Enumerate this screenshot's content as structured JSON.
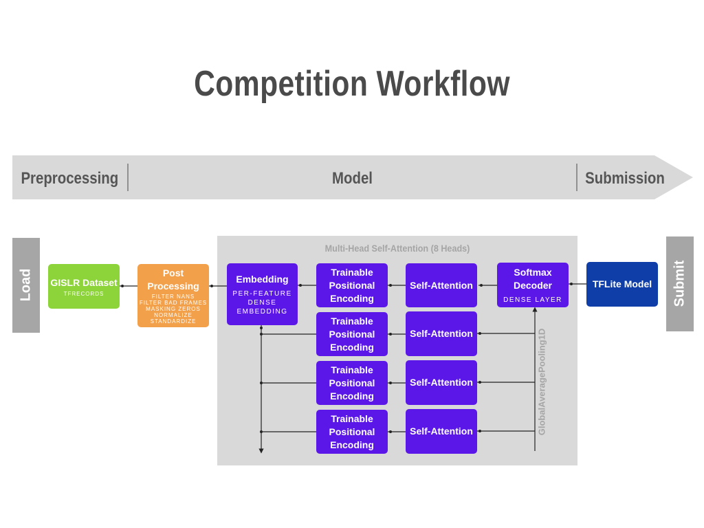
{
  "title": "Competition Workflow",
  "stages": {
    "preprocessing": "Preprocessing",
    "model": "Model",
    "submission": "Submission"
  },
  "side_labels": {
    "load": "Load",
    "submit": "Submit"
  },
  "model_area_label": "Multi-Head Self-Attention (8 Heads)",
  "pooling_label": "GlobalAveragePooling1D",
  "nodes": {
    "dataset": {
      "title": "GISLR Dataset",
      "sub": "TFRECORDS"
    },
    "post_processing": {
      "title": "Post Processing",
      "sub": [
        "FILTER NANS",
        "FILTER BAD FRAMES",
        "MASKING ZEROS",
        "NORMALIZE",
        "STANDARDIZE"
      ]
    },
    "embedding": {
      "title": "Embedding",
      "sub": [
        "PER-FEATURE",
        "DENSE",
        "EMBEDDING"
      ]
    },
    "positional_encoding": [
      "Trainable",
      "Positional",
      "Encoding"
    ],
    "self_attention": "Self-Attention",
    "softmax": {
      "title": "Softmax Decoder",
      "sub": "DENSE LAYER"
    },
    "tflite": {
      "title": "TFLite Model"
    }
  },
  "colors": {
    "banner": "#d9d9d9",
    "model_area": "#d9d9d9",
    "side_bar": "#a6a6a6",
    "dataset": "#8dd43a",
    "post_processing": "#f3a04a",
    "model_node": "#5b17e8",
    "tflite": "#0f3ea8",
    "stage_text": "#555555"
  }
}
